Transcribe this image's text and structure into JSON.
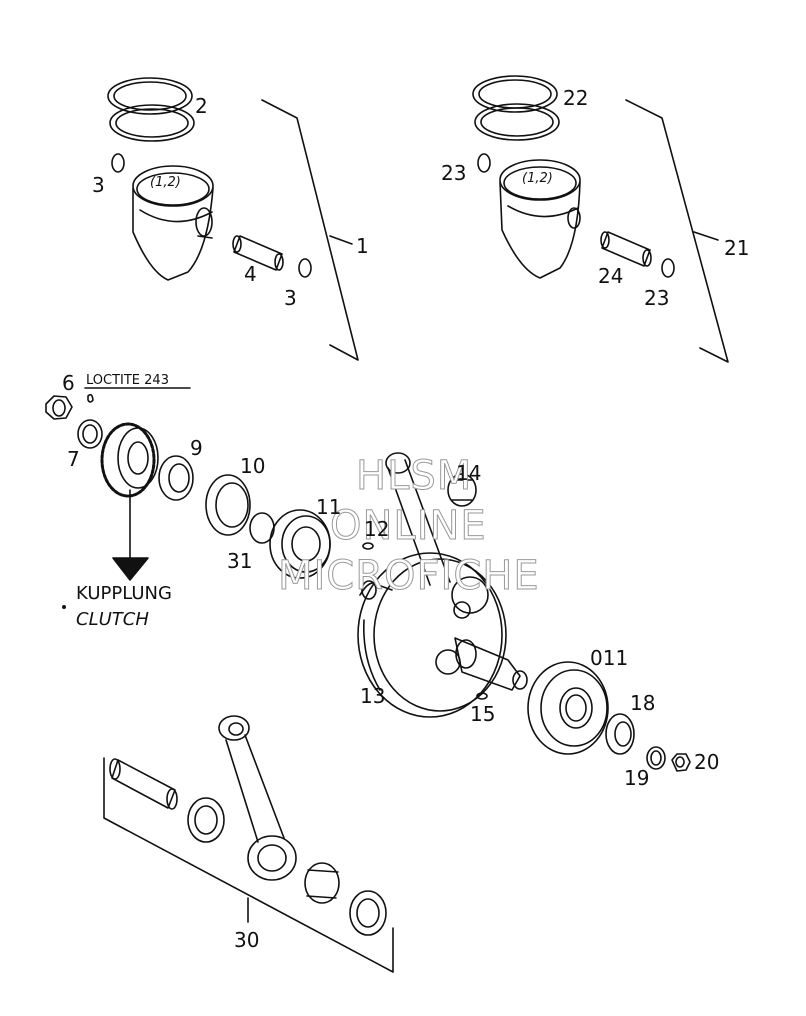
{
  "callouts": {
    "c1": "1",
    "c2": "2",
    "c3a": "3",
    "c3b": "3",
    "c4": "4",
    "c6": "6",
    "c7": "7",
    "c9": "9",
    "c10": "10",
    "c11": "11",
    "c12": "12",
    "c13": "13",
    "c14": "14",
    "c15": "15",
    "c18": "18",
    "c19": "19",
    "c20": "20",
    "c21": "21",
    "c22": "22",
    "c23a": "23",
    "c23b": "23",
    "c24": "24",
    "c30": "30",
    "c31": "31",
    "c011": "011"
  },
  "piston_marking_left": "(1,2)",
  "piston_marking_right": "(1,2)",
  "loctite_label": "LOCTITE 243",
  "clutch_label_de": "KUPPLUNG",
  "clutch_label_en": "CLUTCH",
  "watermark": {
    "line1": "HLSM",
    "line2": "ONLINE",
    "line3": "MICROFICHE"
  }
}
